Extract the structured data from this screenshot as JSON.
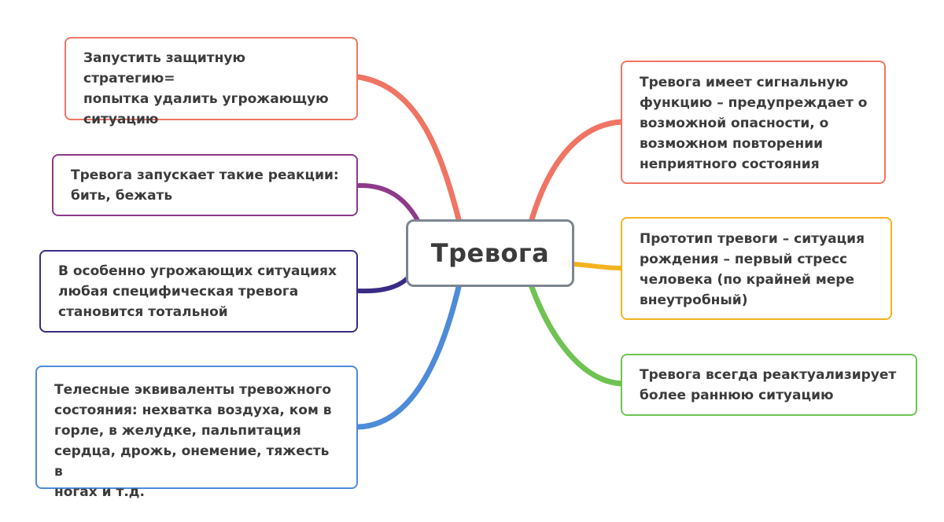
{
  "center": {
    "title": "Тревога"
  },
  "colors": {
    "salmon": "#f07464",
    "purple": "#8d3a8b",
    "indigo": "#3a2c84",
    "blue": "#4e8bd9",
    "orange": "#f2b31f",
    "green": "#6ec352",
    "center_border": "#7d8591"
  },
  "left_branches": [
    {
      "text": "Запустить защитную стратегию=\nпопытка удалить угрожающую\nситуацию",
      "color": "salmon"
    },
    {
      "text": "Тревога запускает такие реакции:\nбить, бежать",
      "color": "purple"
    },
    {
      "text": "В особенно угрожающих ситуациях\nлюбая специфическая тревога\nстановится тотальной",
      "color": "indigo"
    },
    {
      "text": "Телесные эквиваленты тревожного\nсостояния: нехватка воздуха, ком в\nгорле, в желудке, пальпитация\nсердца, дрожь, онемение, тяжесть в\nногах и т.д.",
      "color": "blue"
    }
  ],
  "right_branches": [
    {
      "text": "Тревога имеет сигнальную\nфункцию – предупреждает о\nвозможной опасности, о\nвозможном повторении\nнеприятного состояния",
      "color": "salmon"
    },
    {
      "text": "Прототип тревоги – ситуация\nрождения – первый стресс\nчеловека (по крайней мере\nвнеутробный)",
      "color": "orange"
    },
    {
      "text": "Тревога всегда реактуализирует\nболее раннюю ситуацию",
      "color": "green"
    }
  ]
}
